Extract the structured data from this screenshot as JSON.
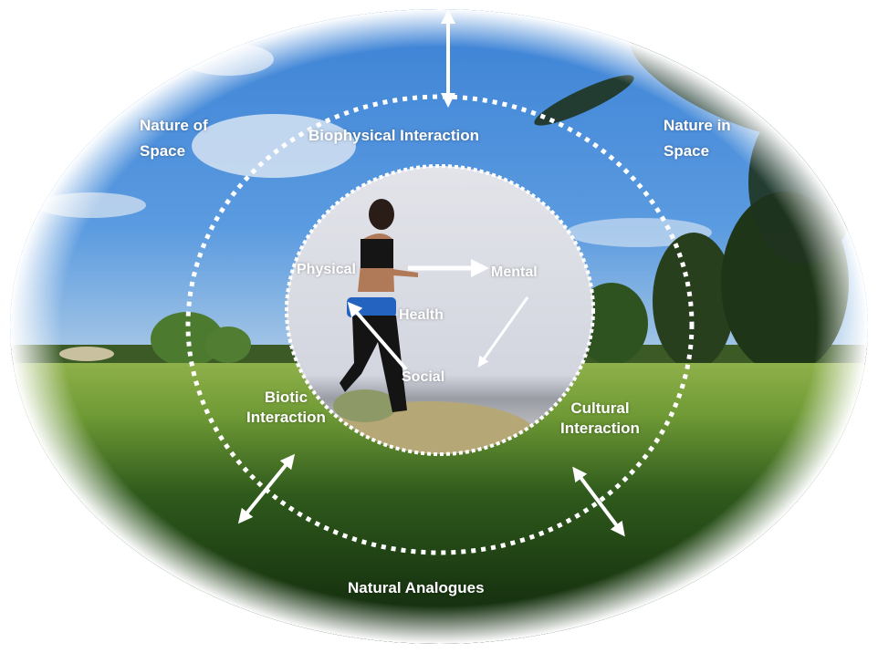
{
  "figure": {
    "type": "conceptual nature-health diagram over photograph",
    "background_photo": "woman running in grassy field under blue sky with trees",
    "colors": {
      "sky_top": "#3f86d6",
      "sky_bottom": "#a9c9e8",
      "grass_light": "#7aa03a",
      "grass_dark": "#0f2a0c",
      "inner_circle_fill": "#d9dbe3",
      "label_color": "#ffffff"
    }
  },
  "outer_labels": {
    "nature_of_space": [
      "Nature of",
      "Space"
    ],
    "nature_in_space": [
      "Nature in",
      "Space"
    ],
    "natural_analogues": "Natural Analogues"
  },
  "ring_labels": {
    "biophysical": "Biophysical Interaction",
    "biotic": [
      "Biotic",
      "Interaction"
    ],
    "cultural": [
      "Cultural",
      "Interaction"
    ]
  },
  "health_labels": {
    "center": "Health",
    "physical": "Physical",
    "mental": "Mental",
    "social": "Social"
  },
  "arrows": [
    {
      "name": "biophysical-double-arrow",
      "from": "top-outside",
      "to": "ring"
    },
    {
      "name": "biotic-double-arrow",
      "from": "lower-left-outside",
      "to": "ring"
    },
    {
      "name": "cultural-double-arrow",
      "from": "lower-right-outside",
      "to": "ring"
    },
    {
      "name": "physical-to-mental-arrow",
      "from": "Physical",
      "to": "Mental"
    },
    {
      "name": "mental-to-social-arrow",
      "from": "Mental",
      "to": "Social"
    },
    {
      "name": "social-to-physical-arrow",
      "from": "Social",
      "to": "Physical"
    }
  ]
}
